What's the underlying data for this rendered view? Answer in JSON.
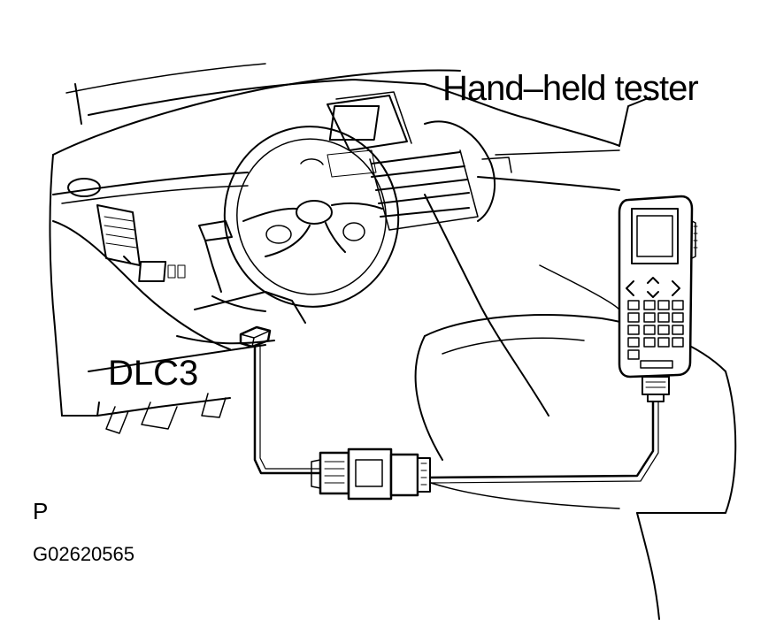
{
  "labels": {
    "tester": "Hand–held tester",
    "dlc": "DLC3",
    "view": "P",
    "figure_id": "G02620565"
  },
  "colors": {
    "ink": "#000000",
    "paper": "#ffffff"
  }
}
